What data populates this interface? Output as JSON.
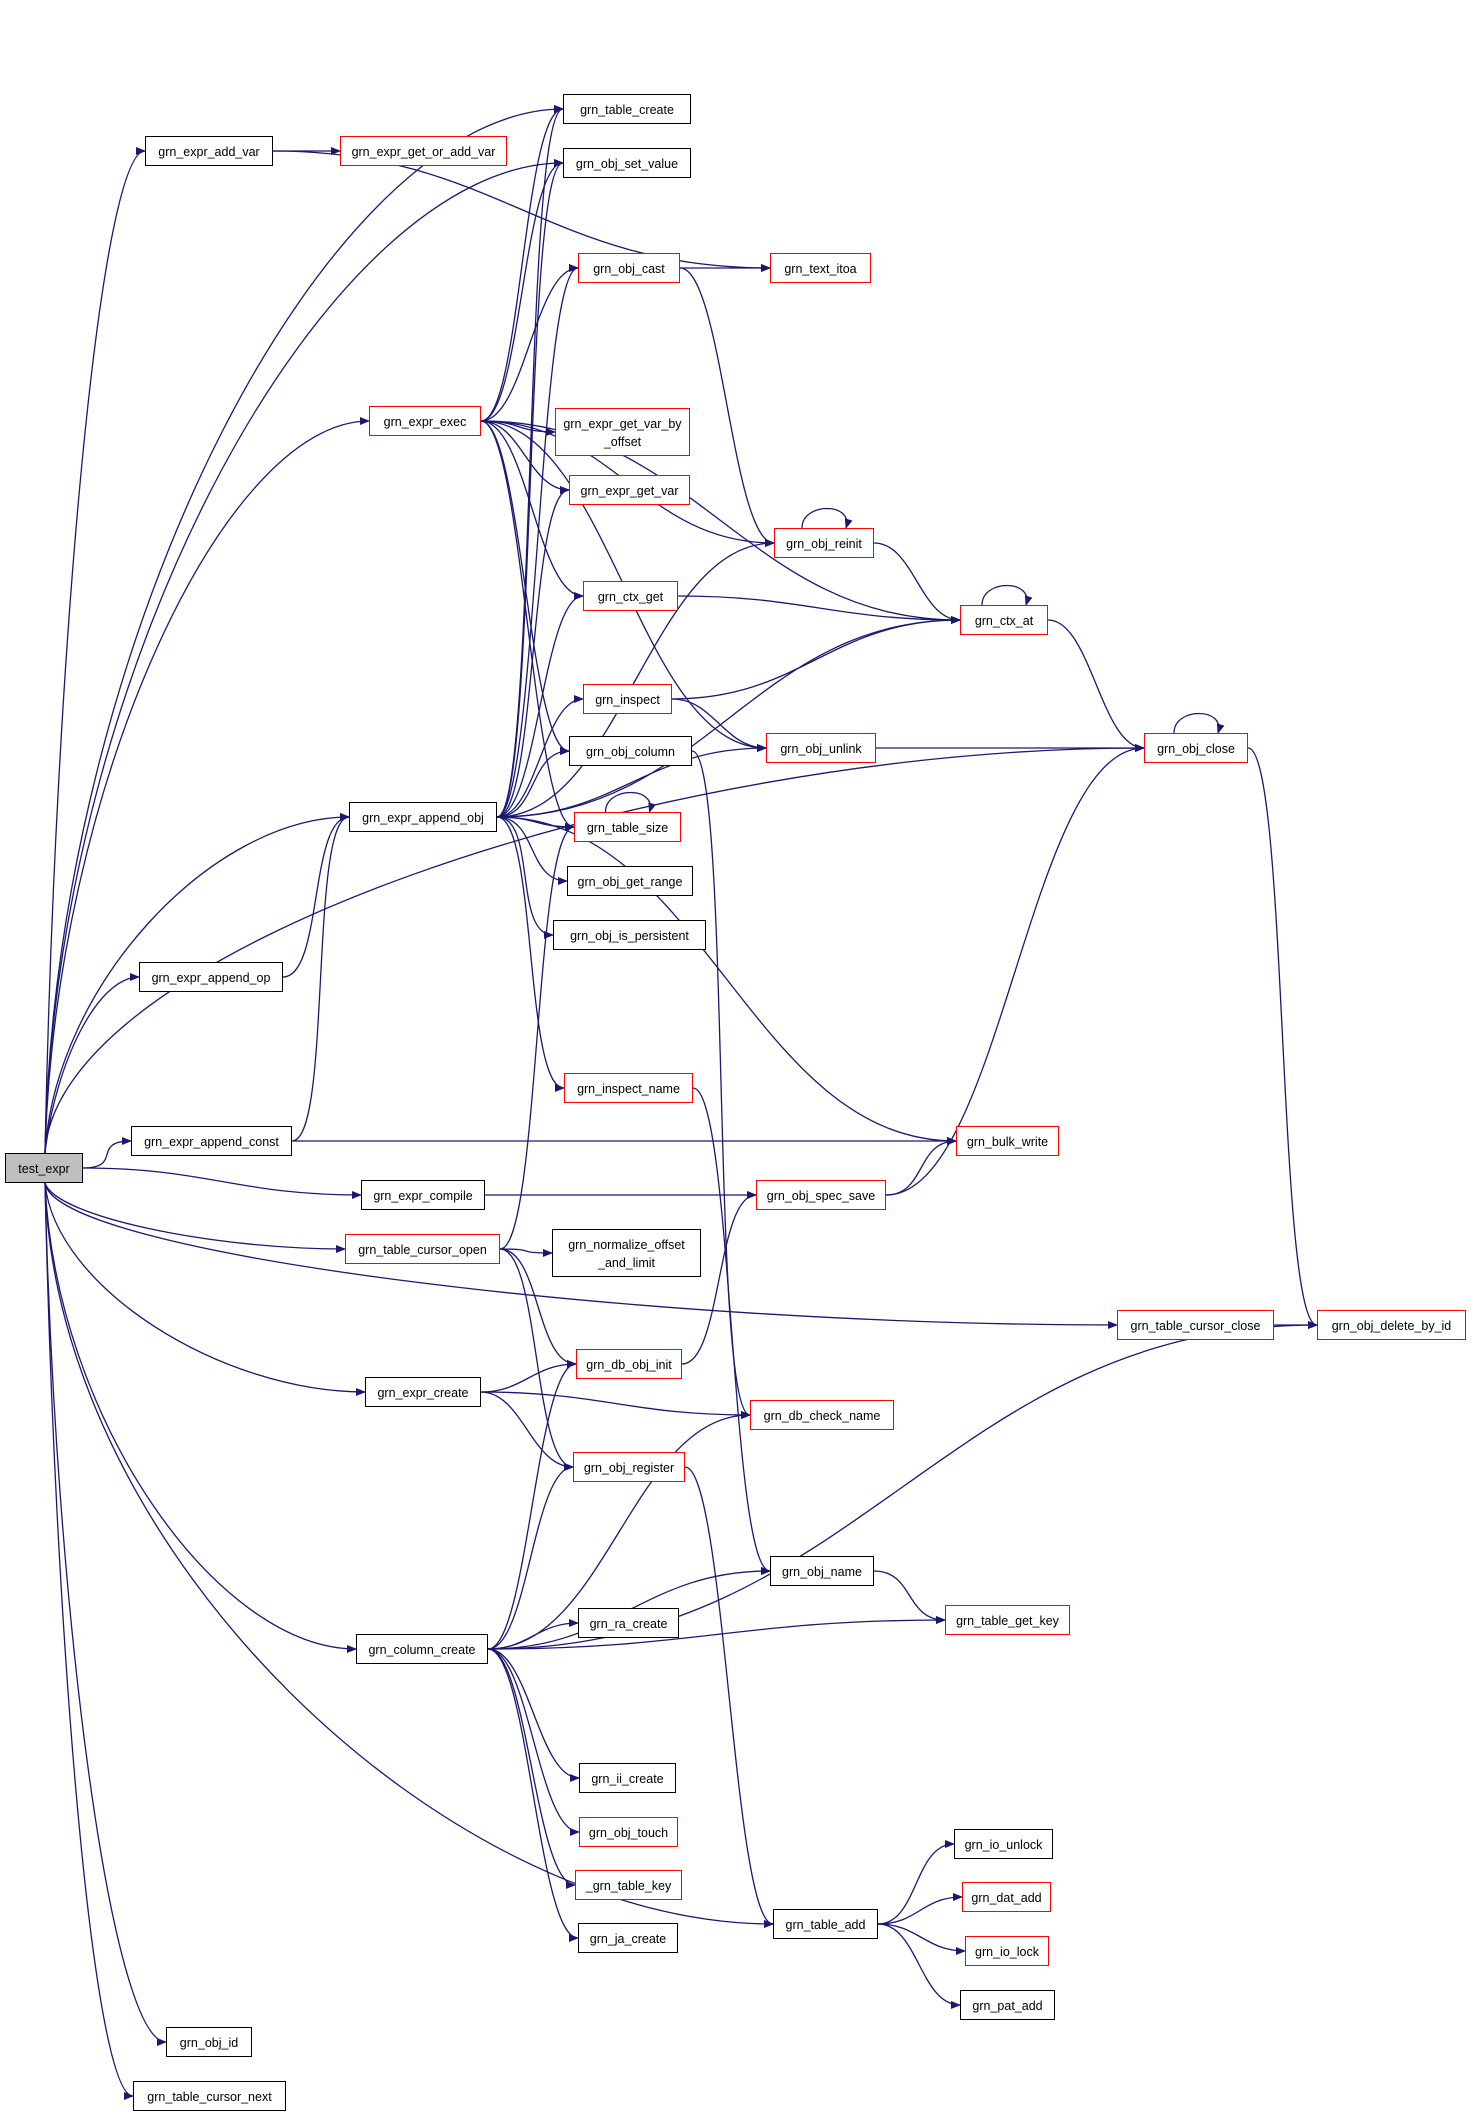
{
  "colors": {
    "edge": "#191970",
    "border_normal": "#000000",
    "border_truncated": "#ff0000",
    "root_fill": "#bfbfbf"
  },
  "nodes": [
    {
      "id": "test_expr",
      "label": "test_expr",
      "style": "root"
    },
    {
      "id": "grn_expr_add_var",
      "label": "grn_expr_add_var",
      "style": "normal"
    },
    {
      "id": "grn_expr_get_or_add_var",
      "label": "grn_expr_get_or_add_var",
      "style": "truncated"
    },
    {
      "id": "grn_table_create",
      "label": "grn_table_create",
      "style": "normal"
    },
    {
      "id": "grn_obj_set_value",
      "label": "grn_obj_set_value",
      "style": "normal"
    },
    {
      "id": "grn_obj_cast",
      "label": "grn_obj_cast",
      "style": "truncated"
    },
    {
      "id": "grn_text_itoa",
      "label": "grn_text_itoa",
      "style": "truncated"
    },
    {
      "id": "grn_expr_exec",
      "label": "grn_expr_exec",
      "style": "truncated"
    },
    {
      "id": "grn_expr_get_var_by_offset",
      "label": "grn_expr_get_var_by\n_offset",
      "style": "truncated"
    },
    {
      "id": "grn_expr_get_var",
      "label": "grn_expr_get_var",
      "style": "truncated"
    },
    {
      "id": "grn_obj_reinit",
      "label": "grn_obj_reinit",
      "style": "truncated"
    },
    {
      "id": "grn_ctx_get",
      "label": "grn_ctx_get",
      "style": "truncated"
    },
    {
      "id": "grn_ctx_at",
      "label": "grn_ctx_at",
      "style": "truncated"
    },
    {
      "id": "grn_inspect",
      "label": "grn_inspect",
      "style": "truncated"
    },
    {
      "id": "grn_obj_column",
      "label": "grn_obj_column",
      "style": "normal"
    },
    {
      "id": "grn_obj_unlink",
      "label": "grn_obj_unlink",
      "style": "truncated"
    },
    {
      "id": "grn_obj_close",
      "label": "grn_obj_close",
      "style": "truncated"
    },
    {
      "id": "grn_expr_append_obj",
      "label": "grn_expr_append_obj",
      "style": "normal"
    },
    {
      "id": "grn_table_size",
      "label": "grn_table_size",
      "style": "truncated"
    },
    {
      "id": "grn_obj_get_range",
      "label": "grn_obj_get_range",
      "style": "normal"
    },
    {
      "id": "grn_obj_is_persistent",
      "label": "grn_obj_is_persistent",
      "style": "normal"
    },
    {
      "id": "grn_expr_append_op",
      "label": "grn_expr_append_op",
      "style": "normal"
    },
    {
      "id": "grn_inspect_name",
      "label": "grn_inspect_name",
      "style": "truncated"
    },
    {
      "id": "grn_expr_append_const",
      "label": "grn_expr_append_const",
      "style": "normal"
    },
    {
      "id": "grn_bulk_write",
      "label": "grn_bulk_write",
      "style": "truncated"
    },
    {
      "id": "grn_expr_compile",
      "label": "grn_expr_compile",
      "style": "normal"
    },
    {
      "id": "grn_obj_spec_save",
      "label": "grn_obj_spec_save",
      "style": "truncated"
    },
    {
      "id": "grn_table_cursor_open",
      "label": "grn_table_cursor_open",
      "style": "truncated"
    },
    {
      "id": "grn_normalize_offset_and_limit",
      "label": "grn_normalize_offset\n_and_limit",
      "style": "normal"
    },
    {
      "id": "grn_table_cursor_close",
      "label": "grn_table_cursor_close",
      "style": "truncated"
    },
    {
      "id": "grn_obj_delete_by_id",
      "label": "grn_obj_delete_by_id",
      "style": "truncated"
    },
    {
      "id": "grn_db_obj_init",
      "label": "grn_db_obj_init",
      "style": "truncated"
    },
    {
      "id": "grn_expr_create",
      "label": "grn_expr_create",
      "style": "normal"
    },
    {
      "id": "grn_db_check_name",
      "label": "grn_db_check_name",
      "style": "truncated"
    },
    {
      "id": "grn_obj_register",
      "label": "grn_obj_register",
      "style": "truncated"
    },
    {
      "id": "grn_obj_name",
      "label": "grn_obj_name",
      "style": "normal"
    },
    {
      "id": "grn_ra_create",
      "label": "grn_ra_create",
      "style": "normal"
    },
    {
      "id": "grn_table_get_key",
      "label": "grn_table_get_key",
      "style": "truncated"
    },
    {
      "id": "grn_column_create",
      "label": "grn_column_create",
      "style": "normal"
    },
    {
      "id": "grn_ii_create",
      "label": "grn_ii_create",
      "style": "normal"
    },
    {
      "id": "grn_obj_touch",
      "label": "grn_obj_touch",
      "style": "truncated"
    },
    {
      "id": "_grn_table_key",
      "label": "_grn_table_key",
      "style": "truncated"
    },
    {
      "id": "grn_ja_create",
      "label": "grn_ja_create",
      "style": "normal"
    },
    {
      "id": "grn_io_unlock",
      "label": "grn_io_unlock",
      "style": "normal"
    },
    {
      "id": "grn_dat_add",
      "label": "grn_dat_add",
      "style": "truncated"
    },
    {
      "id": "grn_table_add",
      "label": "grn_table_add",
      "style": "normal"
    },
    {
      "id": "grn_io_lock",
      "label": "grn_io_lock",
      "style": "truncated"
    },
    {
      "id": "grn_pat_add",
      "label": "grn_pat_add",
      "style": "normal"
    },
    {
      "id": "grn_obj_id",
      "label": "grn_obj_id",
      "style": "normal"
    },
    {
      "id": "grn_table_cursor_next",
      "label": "grn_table_cursor_next",
      "style": "normal"
    }
  ],
  "edges": [
    [
      "test_expr",
      "grn_expr_add_var"
    ],
    [
      "test_expr",
      "grn_table_create"
    ],
    [
      "test_expr",
      "grn_obj_set_value"
    ],
    [
      "test_expr",
      "grn_expr_exec"
    ],
    [
      "test_expr",
      "grn_obj_close"
    ],
    [
      "test_expr",
      "grn_expr_append_obj"
    ],
    [
      "test_expr",
      "grn_expr_append_op"
    ],
    [
      "test_expr",
      "grn_expr_append_const"
    ],
    [
      "test_expr",
      "grn_expr_compile"
    ],
    [
      "test_expr",
      "grn_table_cursor_open"
    ],
    [
      "test_expr",
      "grn_table_cursor_close"
    ],
    [
      "test_expr",
      "grn_expr_create"
    ],
    [
      "test_expr",
      "grn_column_create"
    ],
    [
      "test_expr",
      "grn_table_add"
    ],
    [
      "test_expr",
      "grn_obj_id"
    ],
    [
      "test_expr",
      "grn_table_cursor_next"
    ],
    [
      "grn_expr_add_var",
      "grn_expr_get_or_add_var"
    ],
    [
      "grn_expr_add_var",
      "grn_text_itoa"
    ],
    [
      "grn_obj_cast",
      "grn_text_itoa"
    ],
    [
      "grn_obj_cast",
      "grn_obj_reinit"
    ],
    [
      "grn_expr_exec",
      "grn_table_create"
    ],
    [
      "grn_expr_exec",
      "grn_obj_set_value"
    ],
    [
      "grn_expr_exec",
      "grn_obj_cast"
    ],
    [
      "grn_expr_exec",
      "grn_ctx_at"
    ],
    [
      "grn_expr_exec",
      "grn_expr_get_var_by_offset"
    ],
    [
      "grn_expr_exec",
      "grn_expr_get_var"
    ],
    [
      "grn_expr_exec",
      "grn_obj_reinit"
    ],
    [
      "grn_expr_exec",
      "grn_ctx_get"
    ],
    [
      "grn_expr_exec",
      "grn_obj_unlink"
    ],
    [
      "grn_expr_exec",
      "grn_obj_column"
    ],
    [
      "grn_expr_exec",
      "grn_table_size"
    ],
    [
      "grn_obj_reinit",
      "grn_obj_reinit"
    ],
    [
      "grn_obj_reinit",
      "grn_ctx_at"
    ],
    [
      "grn_ctx_get",
      "grn_ctx_at"
    ],
    [
      "grn_ctx_at",
      "grn_ctx_at"
    ],
    [
      "grn_ctx_at",
      "grn_obj_close"
    ],
    [
      "grn_inspect",
      "grn_ctx_at"
    ],
    [
      "grn_inspect",
      "grn_obj_unlink"
    ],
    [
      "grn_obj_unlink",
      "grn_obj_close"
    ],
    [
      "grn_obj_close",
      "grn_obj_close"
    ],
    [
      "grn_obj_close",
      "grn_obj_delete_by_id"
    ],
    [
      "grn_obj_column",
      "grn_db_check_name"
    ],
    [
      "grn_expr_append_obj",
      "grn_table_create"
    ],
    [
      "grn_expr_append_obj",
      "grn_obj_set_value"
    ],
    [
      "grn_expr_append_obj",
      "grn_obj_cast"
    ],
    [
      "grn_expr_append_obj",
      "grn_expr_get_var"
    ],
    [
      "grn_expr_append_obj",
      "grn_obj_reinit"
    ],
    [
      "grn_expr_append_obj",
      "grn_ctx_get"
    ],
    [
      "grn_expr_append_obj",
      "grn_ctx_at"
    ],
    [
      "grn_expr_append_obj",
      "grn_inspect"
    ],
    [
      "grn_expr_append_obj",
      "grn_obj_column"
    ],
    [
      "grn_expr_append_obj",
      "grn_table_size"
    ],
    [
      "grn_expr_append_obj",
      "grn_obj_get_range"
    ],
    [
      "grn_expr_append_obj",
      "grn_obj_is_persistent"
    ],
    [
      "grn_expr_append_obj",
      "grn_obj_unlink"
    ],
    [
      "grn_expr_append_obj",
      "grn_inspect_name"
    ],
    [
      "grn_expr_append_obj",
      "grn_bulk_write"
    ],
    [
      "grn_table_size",
      "grn_table_size"
    ],
    [
      "grn_expr_append_op",
      "grn_expr_append_obj"
    ],
    [
      "grn_expr_append_const",
      "grn_expr_append_obj"
    ],
    [
      "grn_expr_append_const",
      "grn_bulk_write"
    ],
    [
      "grn_inspect_name",
      "grn_obj_name"
    ],
    [
      "grn_expr_compile",
      "grn_obj_spec_save"
    ],
    [
      "grn_obj_spec_save",
      "grn_bulk_write"
    ],
    [
      "grn_obj_spec_save",
      "grn_obj_close"
    ],
    [
      "grn_table_cursor_open",
      "grn_table_size"
    ],
    [
      "grn_table_cursor_open",
      "grn_normalize_offset_and_limit"
    ],
    [
      "grn_table_cursor_open",
      "grn_db_obj_init"
    ],
    [
      "grn_table_cursor_open",
      "grn_obj_register"
    ],
    [
      "grn_table_cursor_close",
      "grn_obj_delete_by_id"
    ],
    [
      "grn_db_obj_init",
      "grn_obj_spec_save"
    ],
    [
      "grn_expr_create",
      "grn_db_obj_init"
    ],
    [
      "grn_expr_create",
      "grn_db_check_name"
    ],
    [
      "grn_expr_create",
      "grn_obj_register"
    ],
    [
      "grn_obj_register",
      "grn_table_add"
    ],
    [
      "grn_obj_name",
      "grn_table_get_key"
    ],
    [
      "grn_column_create",
      "grn_db_obj_init"
    ],
    [
      "grn_column_create",
      "grn_obj_register"
    ],
    [
      "grn_column_create",
      "grn_db_check_name"
    ],
    [
      "grn_column_create",
      "grn_obj_name"
    ],
    [
      "grn_column_create",
      "grn_ra_create"
    ],
    [
      "grn_column_create",
      "grn_table_get_key"
    ],
    [
      "grn_column_create",
      "grn_obj_delete_by_id"
    ],
    [
      "grn_column_create",
      "grn_ii_create"
    ],
    [
      "grn_column_create",
      "grn_obj_touch"
    ],
    [
      "grn_column_create",
      "_grn_table_key"
    ],
    [
      "grn_column_create",
      "grn_ja_create"
    ],
    [
      "grn_table_add",
      "grn_io_unlock"
    ],
    [
      "grn_table_add",
      "grn_dat_add"
    ],
    [
      "grn_table_add",
      "grn_io_lock"
    ],
    [
      "grn_table_add",
      "grn_pat_add"
    ]
  ]
}
